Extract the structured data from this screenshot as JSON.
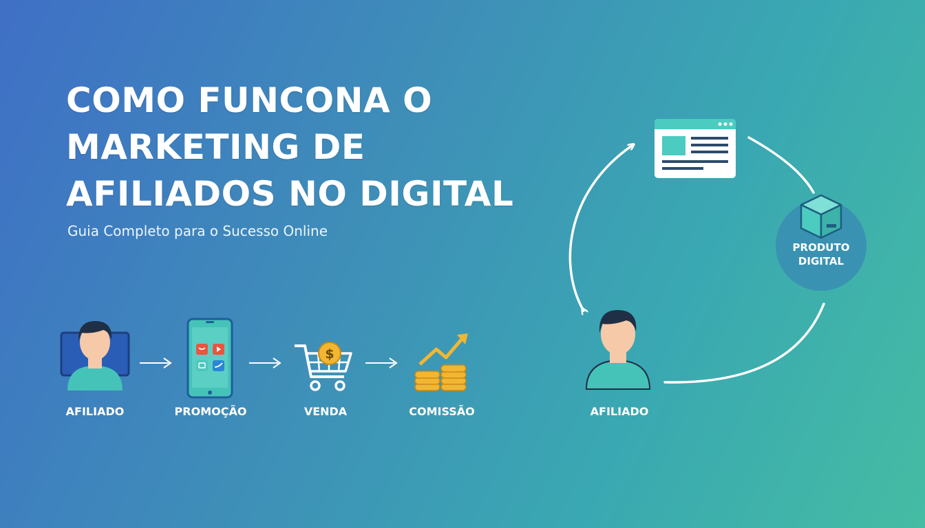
{
  "header": {
    "title_lines": [
      "COMO FUNCONA O",
      "MARKETING DE",
      "AFILIADOS NO DIGITAL"
    ],
    "subtitle": "Guia Completo para o Sucesso Online"
  },
  "flow": {
    "steps": [
      {
        "label": "AFILIADO",
        "icon": "affiliate-laptop-icon"
      },
      {
        "label": "PROMOÇÃO",
        "icon": "smartphone-social-icon"
      },
      {
        "label": "VENDA",
        "icon": "shopping-cart-dollar-icon"
      },
      {
        "label": "COMISSÃO",
        "icon": "coins-growth-icon"
      }
    ],
    "arrow_icon": "arrow-right-icon"
  },
  "cycle": {
    "nodes": [
      {
        "label": "",
        "icon": "webpage-icon"
      },
      {
        "label": "PRODUTO DIGITAL",
        "line1": "PRODUTO",
        "line2": "DIGITAL",
        "icon": "product-box-icon"
      },
      {
        "label": "AFILIADO",
        "icon": "affiliate-person-icon"
      }
    ]
  },
  "colors": {
    "gradient_start": "#3f6fc6",
    "gradient_end": "#45bca3",
    "person_skin": "#f6c9a8",
    "person_hair": "#1f2f45",
    "person_shirt": "#45c3b8",
    "coin": "#f2b632",
    "social_red": "#e9553f",
    "social_blue": "#2a86d8",
    "product_circle": "#3a8fb2"
  }
}
